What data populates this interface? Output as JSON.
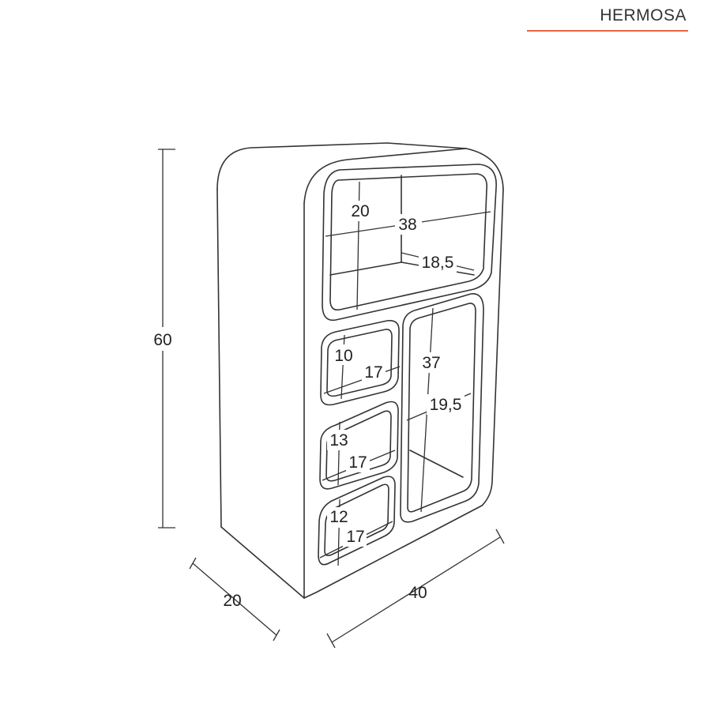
{
  "brand": {
    "name": "HERMOSA",
    "accent_color": "#e8643c"
  },
  "colors": {
    "line": "#333333",
    "text": "#222222"
  },
  "dimensions": {
    "overall_height": "60",
    "overall_depth": "20",
    "overall_width": "40",
    "top_height": "20",
    "top_width": "38",
    "top_depth": "18,5",
    "small1_height": "10",
    "small1_width": "17",
    "small2_height": "13",
    "small2_width": "17",
    "small3_height": "12",
    "small3_width": "17",
    "tall_height": "37",
    "tall_depth": "19,5"
  }
}
